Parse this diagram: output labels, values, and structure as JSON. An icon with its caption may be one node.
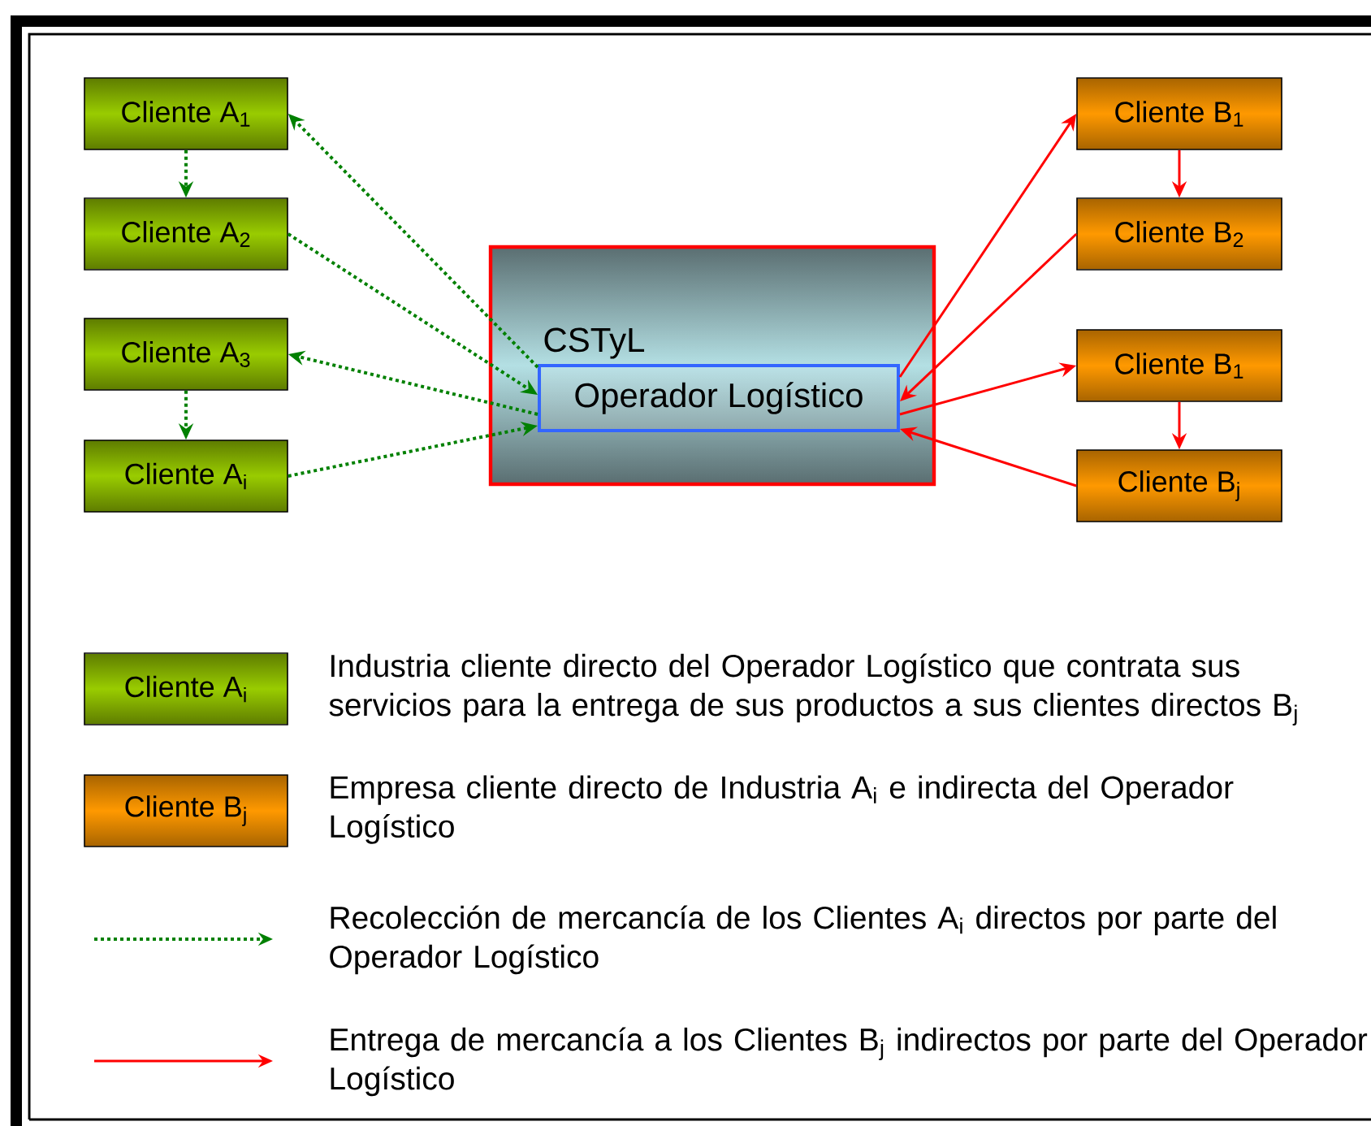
{
  "diagram": {
    "nodes": [
      {
        "text": [
          "Cliente A$_{1}$"
        ]
      },
      {
        "text": [
          "Cliente A$_{2}$"
        ]
      },
      {
        "text": [
          "Cliente A$_{3}$"
        ]
      },
      {
        "text": [
          "Cliente A$_{i}$"
        ]
      },
      {
        "text": [
          "CSTyL"
        ]
      },
      {
        "text": [
          "Operador Logístico"
        ],
        "in": 4
      },
      {
        "text": [
          "Cliente B$_{1}$"
        ]
      },
      {
        "text": [
          "Cliente B$_{2}$"
        ]
      },
      {
        "text": [
          "Cliente B$_{1}$"
        ]
      },
      {
        "text": [
          "Cliente B$_{j}$"
        ]
      },
      {
        "text": [
          "Cliente A$_{i}$"
        ]
      },
      {
        "text": [
          "Cliente B$_{j}$"
        ]
      }
    ],
    "edges": [
      {
        "from": 0,
        "to": 1,
        "arrow": "to",
        "style": "dashed",
        "color": "#008000"
      },
      {
        "from": 2,
        "to": 3,
        "arrow": "to",
        "style": "dashed",
        "color": "#008000"
      },
      {
        "from": 5,
        "to": 0,
        "arrow": "to",
        "style": "dashed",
        "color": "#008000"
      },
      {
        "from": 1,
        "to": 5,
        "arrow": "to",
        "style": "dashed",
        "color": "#008000"
      },
      {
        "from": 5,
        "to": 2,
        "arrow": "to",
        "style": "dashed",
        "color": "#008000"
      },
      {
        "from": 3,
        "to": 5,
        "arrow": "to",
        "style": "dashed",
        "color": "#008000"
      },
      {
        "from": 6,
        "to": 7,
        "arrow": "to",
        "color": "#ff0000"
      },
      {
        "from": 8,
        "to": 9,
        "arrow": "to",
        "color": "#ff0000"
      },
      {
        "from": 5,
        "to": 6,
        "arrow": "to",
        "color": "#ff0000"
      },
      {
        "from": 7,
        "to": 5,
        "arrow": "to",
        "color": "#ff0000"
      },
      {
        "from": 5,
        "to": 8,
        "arrow": "to",
        "color": "#ff0000"
      },
      {
        "from": 9,
        "to": 5,
        "arrow": "to",
        "color": "#ff0000"
      }
    ],
    "legend": [
      {
        "text": "Industria cliente directo del Operador Logístico que contrata sus servicios para la entrega de sus productos a sus clientes directos B$_{j}$"
      },
      {
        "text": "Empresa cliente directo de Industria A$_{i}$ e indirecta del Operador Logístico"
      },
      {
        "text": "Recolección de mercancía de los Clientes A$_{i}$ directos por parte del Operador Logístico"
      },
      {
        "text": "Entrega de mercancía a los Clientes B$_{j}$ indirectos por parte del Operador Logístico"
      }
    ]
  }
}
